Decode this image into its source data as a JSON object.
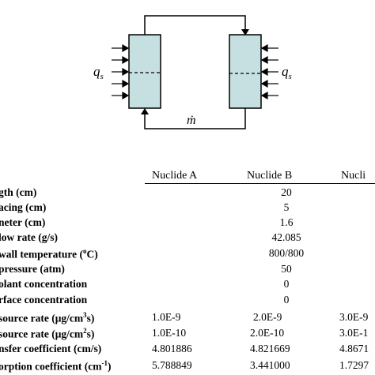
{
  "diagram": {
    "heat_flux_left": "q",
    "heat_flux_left_sub": "s",
    "heat_flux_right": "q",
    "heat_flux_right_sub": "s",
    "mass_flow": "ṁ",
    "colors": {
      "channel_fill": "#c6dfe0",
      "stroke": "#000000"
    }
  },
  "table": {
    "columns": [
      "Nuclide A",
      "Nuclide B",
      "Nucli"
    ],
    "rows": [
      {
        "label": "gth (cm)",
        "value": "20"
      },
      {
        "label": "acing (cm)",
        "value": "5"
      },
      {
        "label": "neter (cm)",
        "value": "1.6"
      },
      {
        "label": "low rate (g/s)",
        "value": "42.085"
      },
      {
        "label": "wall temperature (",
        "label_sup": "o",
        "label_tail": "C)",
        "value": "800/800"
      },
      {
        "label": "pressure (atm)",
        "value": "50"
      },
      {
        "label": "olant concentration",
        "value": "0"
      },
      {
        "label": "rface concentration",
        "value": "0"
      },
      {
        "label": "source rate (μg/cm",
        "label_sup": "3",
        "label_tail": "s)",
        "a": "1.0E-9",
        "b": "2.0E-9",
        "c": "3.0E-9"
      },
      {
        "label": "source rate (μg/cm",
        "label_sup": "2",
        "label_tail": "s)",
        "a": "1.0E-10",
        "b": "2.0E-10",
        "c": "3.0E-1"
      },
      {
        "label": "nsfer coefficient (cm/s)",
        "a": "4.801886",
        "b": "4.821669",
        "c": "4.8671"
      },
      {
        "label": "orption coefficient (cm",
        "label_sup": "-1",
        "label_tail": ")",
        "a": "5.788849",
        "b": "3.441000",
        "c": "1.7297"
      }
    ]
  }
}
